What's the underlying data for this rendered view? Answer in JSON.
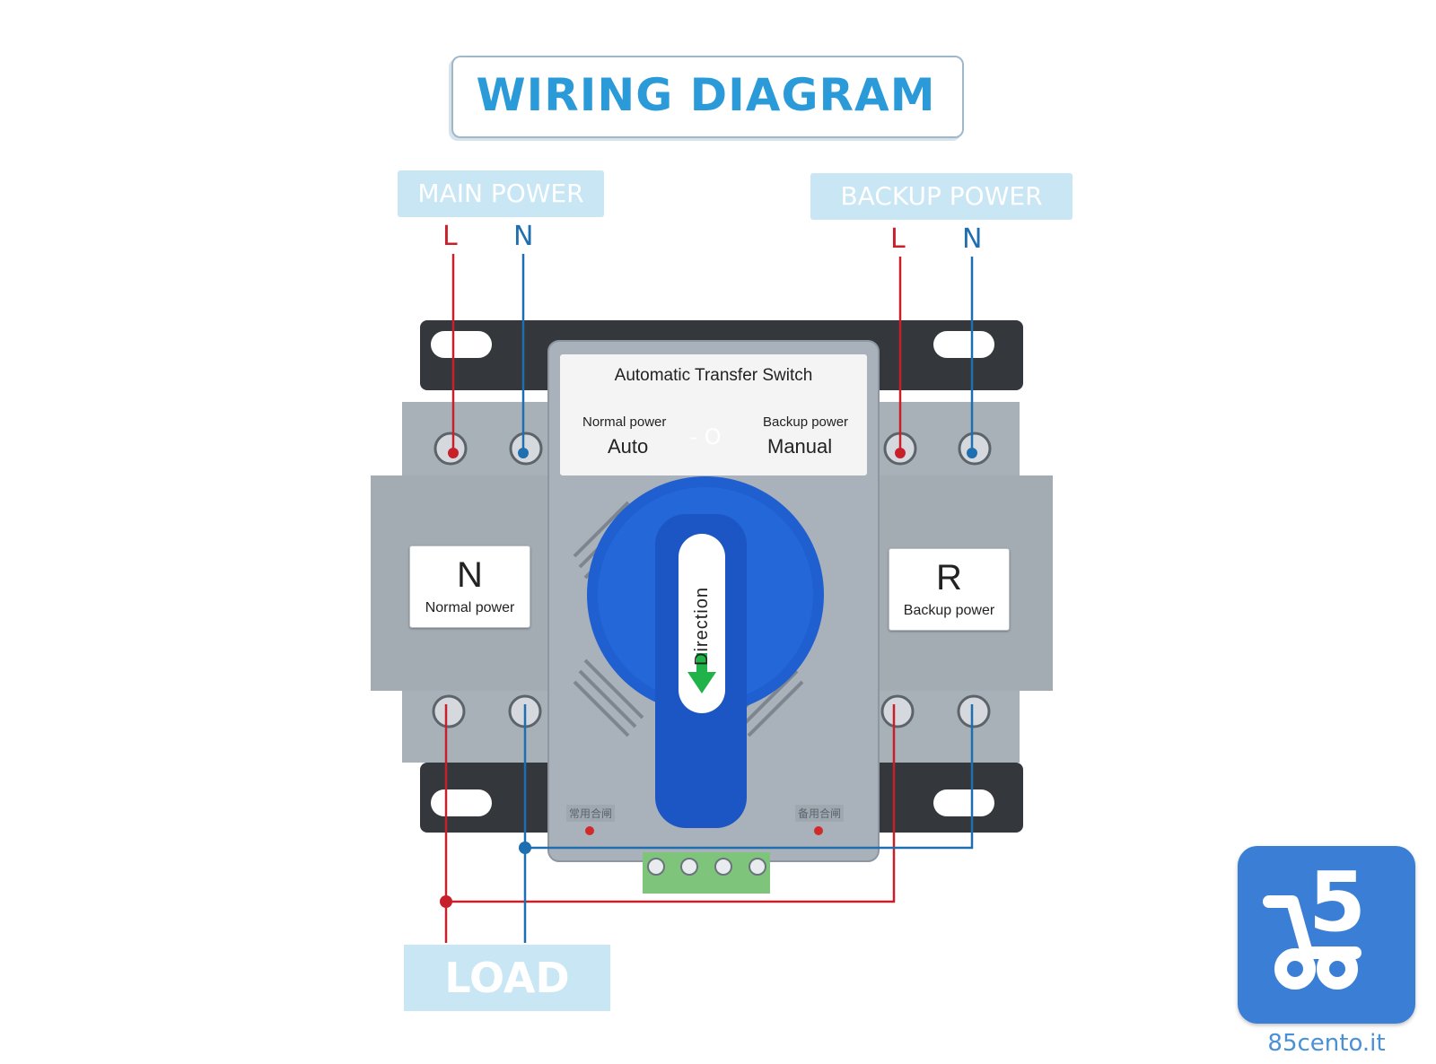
{
  "title": "WIRING DIAGRAM",
  "main_power": {
    "label": "MAIN POWER",
    "line": "L",
    "neutral": "N"
  },
  "backup_power": {
    "label": "BACKUP POWER",
    "line": "L",
    "neutral": "N"
  },
  "load": {
    "label": "LOAD"
  },
  "switch": {
    "title": "Automatic Transfer Switch",
    "left_caption": "Normal power",
    "left_mode": "Auto",
    "right_caption": "Backup power",
    "right_mode": "Manual",
    "rocker_text": "- O",
    "handle_text": "Direction"
  },
  "plates": {
    "normal": {
      "letter": "N",
      "caption": "Normal power"
    },
    "backup": {
      "letter": "R",
      "caption": "Backup power"
    }
  },
  "bottom_labels": {
    "left": "常用合闸",
    "right": "备用合闸"
  },
  "logo": {
    "digit": "5",
    "caption": "85cento.it"
  },
  "colors": {
    "title_blue": "#2a9ad8",
    "label_bg": "#c8e6f3",
    "wire_red": "#c8202b",
    "wire_blue": "#1f6fb0",
    "handle_blue": "#1f5fd0",
    "logo_blue": "#3a7fd5"
  }
}
